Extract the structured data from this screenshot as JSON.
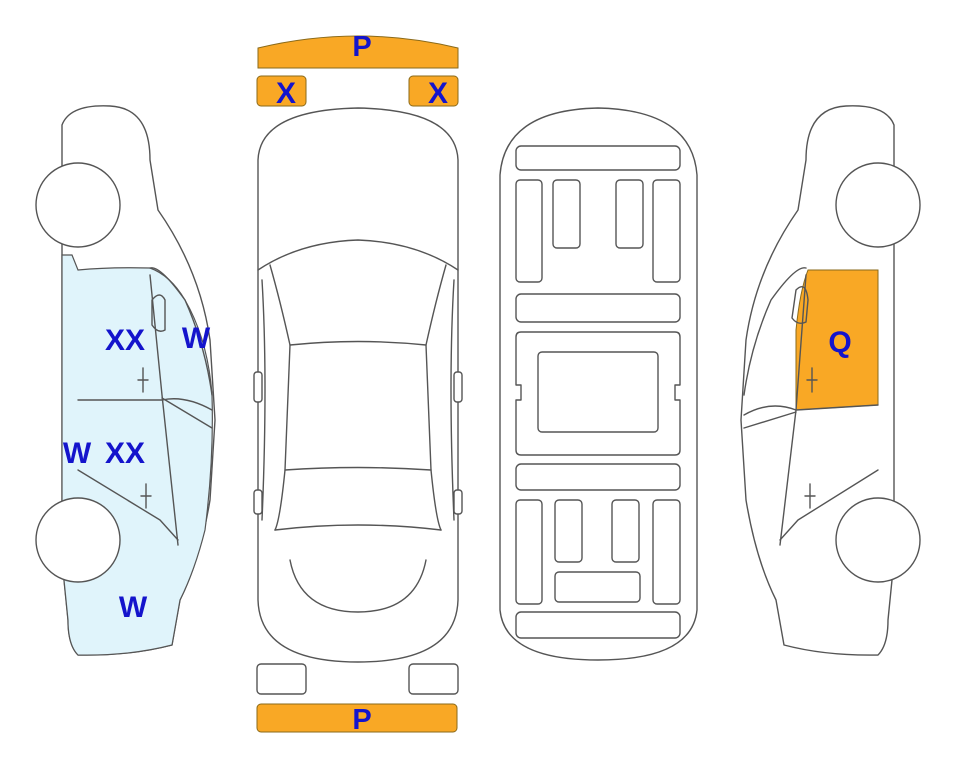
{
  "colors": {
    "orange": "#F9A825",
    "light_blue": "#E0F4FB",
    "label": "#1414CC",
    "outline": "#555555"
  },
  "front_bumper": {
    "label": "P",
    "left_part": "X",
    "right_part": "X"
  },
  "rear_bumper": {
    "label": "P"
  },
  "left_side": {
    "upper_front_door": "XX",
    "pillar": "W",
    "lower_front": "W",
    "lower_rear_door": "XX",
    "rear_quarter": "W"
  },
  "right_side": {
    "front_door": "Q"
  }
}
